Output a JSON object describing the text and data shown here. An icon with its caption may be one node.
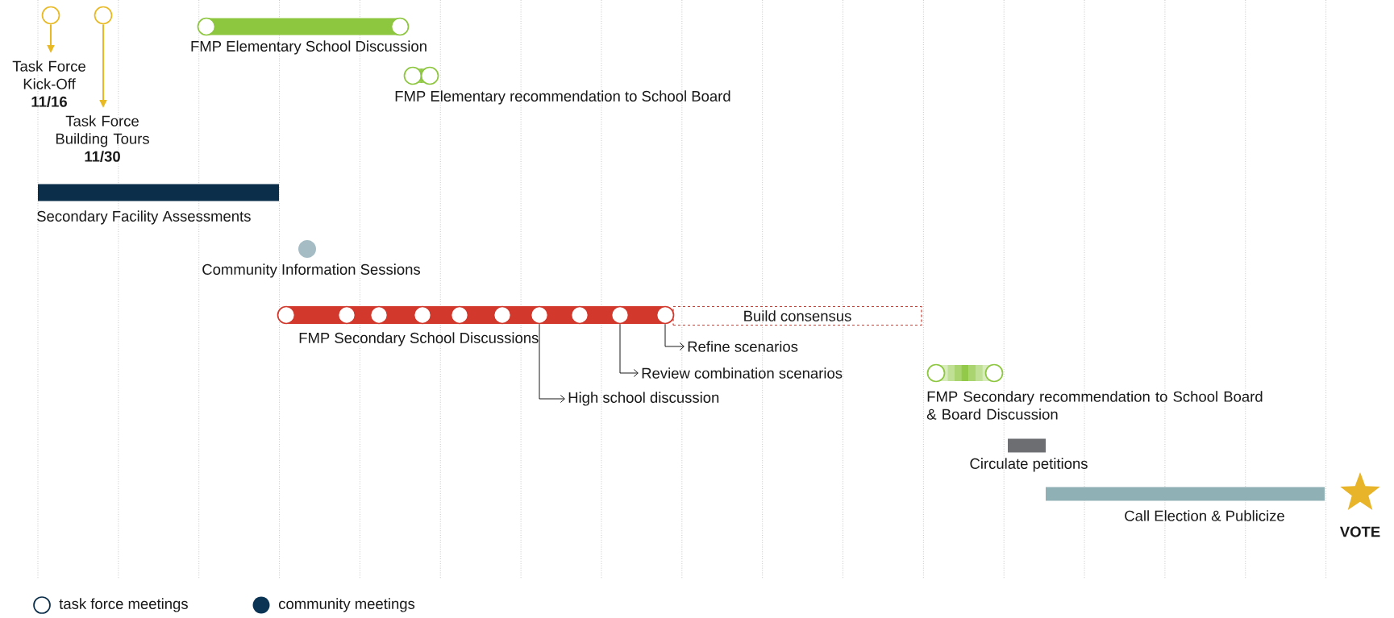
{
  "diagram": {
    "nodes": [
      {
        "text": [],
        "shape": "circle"
      },
      {
        "text": [],
        "shape": "circle"
      },
      {
        "text": [
          "Task Force Kick-Off",
          "11/16"
        ]
      },
      {
        "text": [
          "Task Force Building Tours",
          "11/30"
        ]
      },
      {
        "text": [
          "FMP Elementary School Discussion"
        ]
      },
      {
        "text": [
          "FMP Elementary recommendation to School Board"
        ]
      },
      {
        "text": [
          "Secondary Facility Assessments"
        ]
      },
      {
        "text": [
          "Community Information Sessions"
        ]
      },
      {
        "text": [
          "FMP Secondary School Discussions"
        ]
      },
      {
        "text": [
          "Build consensus"
        ]
      },
      {
        "text": [],
        "shape": "circle",
        "in": 8
      },
      {
        "text": [],
        "shape": "circle",
        "in": 8
      },
      {
        "text": [],
        "shape": "circle",
        "in": 8
      },
      {
        "text": [],
        "shape": "circle",
        "in": 8
      },
      {
        "text": [],
        "shape": "circle",
        "in": 8
      },
      {
        "text": [],
        "shape": "circle",
        "in": 8
      },
      {
        "text": [],
        "shape": "circle",
        "in": 8
      },
      {
        "text": [],
        "shape": "circle",
        "in": 8
      },
      {
        "text": [],
        "shape": "circle",
        "in": 8
      },
      {
        "text": [],
        "shape": "circle",
        "in": 8
      },
      {
        "text": [
          "Refine scenarios"
        ]
      },
      {
        "text": [
          "Review combination scenarios"
        ]
      },
      {
        "text": [
          "High school discussion"
        ]
      },
      {
        "text": [
          "FMP Secondary recommendation to School Board & Board Discussion"
        ]
      },
      {
        "text": [
          "Circulate petitions"
        ]
      },
      {
        "text": [
          "Call Election & Publicize"
        ]
      },
      {
        "text": [
          "VOTE"
        ]
      }
    ],
    "edges": [
      {
        "from": 0,
        "to": 2,
        "arrow": "to",
        "color": "#e8b923"
      },
      {
        "from": 1,
        "to": 3,
        "arrow": "to",
        "color": "#e8b923"
      },
      {
        "from": 19,
        "to": 20,
        "arrow": "to"
      },
      {
        "from": 18,
        "to": 21,
        "arrow": "to"
      },
      {
        "from": 16,
        "to": 22,
        "arrow": "to"
      }
    ],
    "legend": [
      {
        "text": "task force meetings"
      },
      {
        "text": "community meetings",
        "color": "#0b3353"
      }
    ]
  }
}
